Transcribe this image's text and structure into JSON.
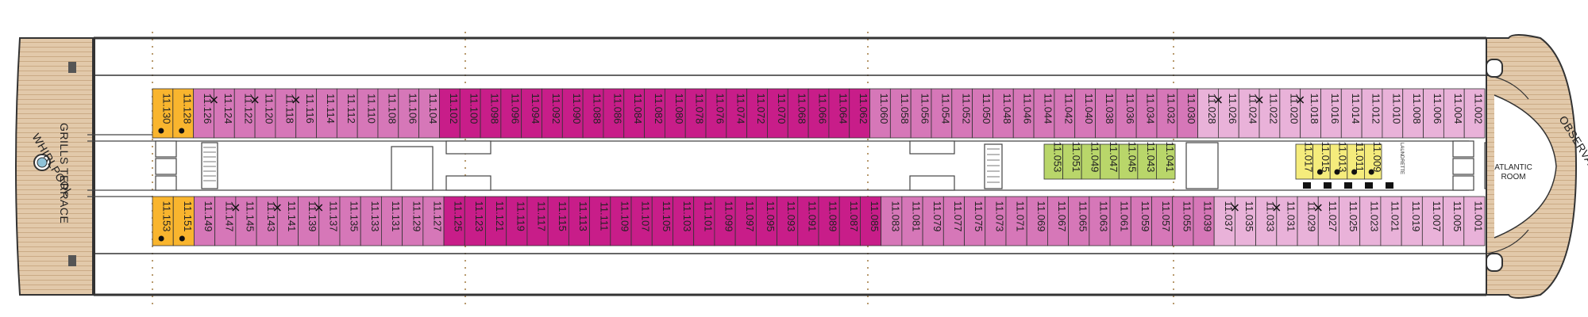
{
  "colors": {
    "grills": "#f9b52e",
    "magenta": "#c81d89",
    "mid_pink": "#d677b8",
    "light_pink": "#e9b2d9",
    "green": "#b9d66a",
    "yellow": "#f5ec7c",
    "deck_wood": "#e2c9aa",
    "outline": "#333333"
  },
  "labels": {
    "grills_terrace": "GRILLS TERRACE",
    "whirlpool": "WHIRLPOOL",
    "observation_deck": "OBSERVATION DECK",
    "atlantic_room_line1": "ATLANTIC",
    "atlantic_room_line2": "ROOM",
    "laundrette": "LAUNDRETTE"
  },
  "top_cabins": [
    {
      "n": "11.130",
      "c": "grills",
      "acc": true,
      "conn": false
    },
    {
      "n": "11.128",
      "c": "grills",
      "acc": true,
      "conn": false
    },
    {
      "n": "11.126",
      "c": "mid_pink",
      "acc": false,
      "conn": false
    },
    {
      "n": "11.124",
      "c": "mid_pink",
      "acc": false,
      "conn": true
    },
    {
      "n": "11.122",
      "c": "mid_pink",
      "acc": false,
      "conn": false
    },
    {
      "n": "11.120",
      "c": "mid_pink",
      "acc": false,
      "conn": true
    },
    {
      "n": "11.118",
      "c": "mid_pink",
      "acc": false,
      "conn": false
    },
    {
      "n": "11.116",
      "c": "mid_pink",
      "acc": false,
      "conn": true
    },
    {
      "n": "11.114",
      "c": "mid_pink",
      "acc": false,
      "conn": false
    },
    {
      "n": "11.112",
      "c": "mid_pink",
      "acc": false,
      "conn": false
    },
    {
      "n": "11.110",
      "c": "mid_pink",
      "acc": false,
      "conn": false
    },
    {
      "n": "11.108",
      "c": "mid_pink",
      "acc": false,
      "conn": false
    },
    {
      "n": "11.106",
      "c": "mid_pink",
      "acc": false,
      "conn": false
    },
    {
      "n": "11.104",
      "c": "mid_pink",
      "acc": false,
      "conn": false
    },
    {
      "n": "11.102",
      "c": "magenta",
      "acc": false,
      "conn": false
    },
    {
      "n": "11.100",
      "c": "magenta",
      "acc": false,
      "conn": false
    },
    {
      "n": "11.098",
      "c": "magenta",
      "acc": false,
      "conn": false
    },
    {
      "n": "11.096",
      "c": "magenta",
      "acc": false,
      "conn": false
    },
    {
      "n": "11.094",
      "c": "magenta",
      "acc": false,
      "conn": false
    },
    {
      "n": "11.092",
      "c": "magenta",
      "acc": false,
      "conn": false
    },
    {
      "n": "11.090",
      "c": "magenta",
      "acc": false,
      "conn": false
    },
    {
      "n": "11.088",
      "c": "magenta",
      "acc": false,
      "conn": false
    },
    {
      "n": "11.086",
      "c": "magenta",
      "acc": false,
      "conn": false
    },
    {
      "n": "11.084",
      "c": "magenta",
      "acc": false,
      "conn": false
    },
    {
      "n": "11.082",
      "c": "magenta",
      "acc": false,
      "conn": false
    },
    {
      "n": "11.080",
      "c": "magenta",
      "acc": false,
      "conn": false
    },
    {
      "n": "11.078",
      "c": "magenta",
      "acc": false,
      "conn": false
    },
    {
      "n": "11.076",
      "c": "magenta",
      "acc": false,
      "conn": false
    },
    {
      "n": "11.074",
      "c": "magenta",
      "acc": false,
      "conn": false
    },
    {
      "n": "11.072",
      "c": "magenta",
      "acc": false,
      "conn": false
    },
    {
      "n": "11.070",
      "c": "magenta",
      "acc": false,
      "conn": false
    },
    {
      "n": "11.068",
      "c": "magenta",
      "acc": false,
      "conn": false
    },
    {
      "n": "11.066",
      "c": "magenta",
      "acc": false,
      "conn": false
    },
    {
      "n": "11.064",
      "c": "magenta",
      "acc": false,
      "conn": false
    },
    {
      "n": "11.062",
      "c": "magenta",
      "acc": false,
      "conn": false
    },
    {
      "n": "11.060",
      "c": "mid_pink",
      "acc": false,
      "conn": false
    },
    {
      "n": "11.058",
      "c": "mid_pink",
      "acc": false,
      "conn": false
    },
    {
      "n": "11.056",
      "c": "mid_pink",
      "acc": false,
      "conn": false
    },
    {
      "n": "11.054",
      "c": "mid_pink",
      "acc": false,
      "conn": false
    },
    {
      "n": "11.052",
      "c": "mid_pink",
      "acc": false,
      "conn": false
    },
    {
      "n": "11.050",
      "c": "mid_pink",
      "acc": false,
      "conn": false
    },
    {
      "n": "11.048",
      "c": "mid_pink",
      "acc": false,
      "conn": false
    },
    {
      "n": "11.046",
      "c": "mid_pink",
      "acc": false,
      "conn": false
    },
    {
      "n": "11.044",
      "c": "mid_pink",
      "acc": false,
      "conn": false
    },
    {
      "n": "11.042",
      "c": "mid_pink",
      "acc": false,
      "conn": false
    },
    {
      "n": "11.040",
      "c": "mid_pink",
      "acc": false,
      "conn": false
    },
    {
      "n": "11.038",
      "c": "mid_pink",
      "acc": false,
      "conn": false
    },
    {
      "n": "11.036",
      "c": "mid_pink",
      "acc": false,
      "conn": false
    },
    {
      "n": "11.034",
      "c": "mid_pink",
      "acc": false,
      "conn": false
    },
    {
      "n": "11.032",
      "c": "mid_pink",
      "acc": false,
      "conn": false
    },
    {
      "n": "11.030",
      "c": "mid_pink",
      "acc": false,
      "conn": false
    },
    {
      "n": "11.028",
      "c": "light_pink",
      "acc": false,
      "conn": false
    },
    {
      "n": "11.026",
      "c": "light_pink",
      "acc": false,
      "conn": true
    },
    {
      "n": "11.024",
      "c": "light_pink",
      "acc": false,
      "conn": false
    },
    {
      "n": "11.022",
      "c": "light_pink",
      "acc": false,
      "conn": true
    },
    {
      "n": "11.020",
      "c": "light_pink",
      "acc": false,
      "conn": false
    },
    {
      "n": "11.018",
      "c": "light_pink",
      "acc": false,
      "conn": true
    },
    {
      "n": "11.016",
      "c": "light_pink",
      "acc": false,
      "conn": false
    },
    {
      "n": "11.014",
      "c": "light_pink",
      "acc": false,
      "conn": false
    },
    {
      "n": "11.012",
      "c": "light_pink",
      "acc": false,
      "conn": false
    },
    {
      "n": "11.010",
      "c": "light_pink",
      "acc": false,
      "conn": false
    },
    {
      "n": "11.008",
      "c": "light_pink",
      "acc": false,
      "conn": false
    },
    {
      "n": "11.006",
      "c": "light_pink",
      "acc": false,
      "conn": false
    },
    {
      "n": "11.004",
      "c": "light_pink",
      "acc": false,
      "conn": false
    },
    {
      "n": "11.002",
      "c": "light_pink",
      "acc": false,
      "conn": false
    }
  ],
  "bottom_cabins": [
    {
      "n": "11.153",
      "c": "grills",
      "acc": true,
      "conn": false
    },
    {
      "n": "11.151",
      "c": "grills",
      "acc": true,
      "conn": false
    },
    {
      "n": "11.149",
      "c": "mid_pink",
      "acc": false,
      "conn": false
    },
    {
      "n": "11.147",
      "c": "mid_pink",
      "acc": false,
      "conn": false
    },
    {
      "n": "11.145",
      "c": "mid_pink",
      "acc": false,
      "conn": true
    },
    {
      "n": "11.143",
      "c": "mid_pink",
      "acc": false,
      "conn": false
    },
    {
      "n": "11.141",
      "c": "mid_pink",
      "acc": false,
      "conn": true
    },
    {
      "n": "11.139",
      "c": "mid_pink",
      "acc": false,
      "conn": false
    },
    {
      "n": "11.137",
      "c": "mid_pink",
      "acc": false,
      "conn": true
    },
    {
      "n": "11.135",
      "c": "mid_pink",
      "acc": false,
      "conn": false
    },
    {
      "n": "11.133",
      "c": "mid_pink",
      "acc": false,
      "conn": false
    },
    {
      "n": "11.131",
      "c": "mid_pink",
      "acc": false,
      "conn": false
    },
    {
      "n": "11.129",
      "c": "mid_pink",
      "acc": false,
      "conn": false
    },
    {
      "n": "11.127",
      "c": "mid_pink",
      "acc": false,
      "conn": false
    },
    {
      "n": "11.125",
      "c": "magenta",
      "acc": false,
      "conn": false
    },
    {
      "n": "11.123",
      "c": "magenta",
      "acc": false,
      "conn": false
    },
    {
      "n": "11.121",
      "c": "magenta",
      "acc": false,
      "conn": false
    },
    {
      "n": "11.119",
      "c": "magenta",
      "acc": false,
      "conn": false
    },
    {
      "n": "11.117",
      "c": "magenta",
      "acc": false,
      "conn": false
    },
    {
      "n": "11.115",
      "c": "magenta",
      "acc": false,
      "conn": false
    },
    {
      "n": "11.113",
      "c": "magenta",
      "acc": false,
      "conn": false
    },
    {
      "n": "11.111",
      "c": "magenta",
      "acc": false,
      "conn": false
    },
    {
      "n": "11.109",
      "c": "magenta",
      "acc": false,
      "conn": false
    },
    {
      "n": "11.107",
      "c": "magenta",
      "acc": false,
      "conn": false
    },
    {
      "n": "11.105",
      "c": "magenta",
      "acc": false,
      "conn": false
    },
    {
      "n": "11.103",
      "c": "magenta",
      "acc": false,
      "conn": false
    },
    {
      "n": "11.101",
      "c": "magenta",
      "acc": false,
      "conn": false
    },
    {
      "n": "11.099",
      "c": "magenta",
      "acc": false,
      "conn": false
    },
    {
      "n": "11.097",
      "c": "magenta",
      "acc": false,
      "conn": false
    },
    {
      "n": "11.095",
      "c": "magenta",
      "acc": false,
      "conn": false
    },
    {
      "n": "11.093",
      "c": "magenta",
      "acc": false,
      "conn": false
    },
    {
      "n": "11.091",
      "c": "magenta",
      "acc": false,
      "conn": false
    },
    {
      "n": "11.089",
      "c": "magenta",
      "acc": false,
      "conn": false
    },
    {
      "n": "11.087",
      "c": "magenta",
      "acc": false,
      "conn": false
    },
    {
      "n": "11.085",
      "c": "magenta",
      "acc": false,
      "conn": false
    },
    {
      "n": "11.083",
      "c": "mid_pink",
      "acc": false,
      "conn": false
    },
    {
      "n": "11.081",
      "c": "mid_pink",
      "acc": false,
      "conn": false
    },
    {
      "n": "11.079",
      "c": "mid_pink",
      "acc": false,
      "conn": false
    },
    {
      "n": "11.077",
      "c": "mid_pink",
      "acc": false,
      "conn": false
    },
    {
      "n": "11.075",
      "c": "mid_pink",
      "acc": false,
      "conn": false
    },
    {
      "n": "11.073",
      "c": "mid_pink",
      "acc": false,
      "conn": false
    },
    {
      "n": "11.071",
      "c": "mid_pink",
      "acc": false,
      "conn": false
    },
    {
      "n": "11.069",
      "c": "mid_pink",
      "acc": false,
      "conn": false
    },
    {
      "n": "11.067",
      "c": "mid_pink",
      "acc": false,
      "conn": false
    },
    {
      "n": "11.065",
      "c": "mid_pink",
      "acc": false,
      "conn": false
    },
    {
      "n": "11.063",
      "c": "mid_pink",
      "acc": false,
      "conn": false
    },
    {
      "n": "11.061",
      "c": "mid_pink",
      "acc": false,
      "conn": false
    },
    {
      "n": "11.059",
      "c": "mid_pink",
      "acc": false,
      "conn": false
    },
    {
      "n": "11.057",
      "c": "mid_pink",
      "acc": false,
      "conn": false
    },
    {
      "n": "11.055",
      "c": "mid_pink",
      "acc": false,
      "conn": false
    },
    {
      "n": "11.039",
      "c": "mid_pink",
      "acc": false,
      "conn": false
    },
    {
      "n": "11.037",
      "c": "light_pink",
      "acc": false,
      "conn": false
    },
    {
      "n": "11.035",
      "c": "light_pink",
      "acc": false,
      "conn": true
    },
    {
      "n": "11.033",
      "c": "light_pink",
      "acc": false,
      "conn": false
    },
    {
      "n": "11.031",
      "c": "light_pink",
      "acc": false,
      "conn": true
    },
    {
      "n": "11.029",
      "c": "light_pink",
      "acc": false,
      "conn": false
    },
    {
      "n": "11.027",
      "c": "light_pink",
      "acc": false,
      "conn": true
    },
    {
      "n": "11.025",
      "c": "light_pink",
      "acc": false,
      "conn": false
    },
    {
      "n": "11.023",
      "c": "light_pink",
      "acc": false,
      "conn": false
    },
    {
      "n": "11.021",
      "c": "light_pink",
      "acc": false,
      "conn": false
    },
    {
      "n": "11.019",
      "c": "light_pink",
      "acc": false,
      "conn": false
    },
    {
      "n": "11.007",
      "c": "light_pink",
      "acc": false,
      "conn": false
    },
    {
      "n": "11.005",
      "c": "light_pink",
      "acc": false,
      "conn": false
    },
    {
      "n": "11.001",
      "c": "light_pink",
      "acc": false,
      "conn": false
    }
  ],
  "green_cabins": [
    {
      "n": "11.053",
      "c": "green"
    },
    {
      "n": "11.051",
      "c": "green"
    },
    {
      "n": "11.049",
      "c": "green"
    },
    {
      "n": "11.047",
      "c": "green"
    },
    {
      "n": "11.045",
      "c": "green"
    },
    {
      "n": "11.043",
      "c": "green"
    },
    {
      "n": "11.041",
      "c": "green"
    }
  ],
  "yellow_cabins": [
    {
      "n": "11.017",
      "c": "yellow",
      "acc": false
    },
    {
      "n": "11.015",
      "c": "yellow",
      "acc": true
    },
    {
      "n": "11.013",
      "c": "yellow",
      "acc": true
    },
    {
      "n": "11.011",
      "c": "yellow",
      "acc": true
    },
    {
      "n": "11.009",
      "c": "yellow",
      "acc": true
    }
  ]
}
